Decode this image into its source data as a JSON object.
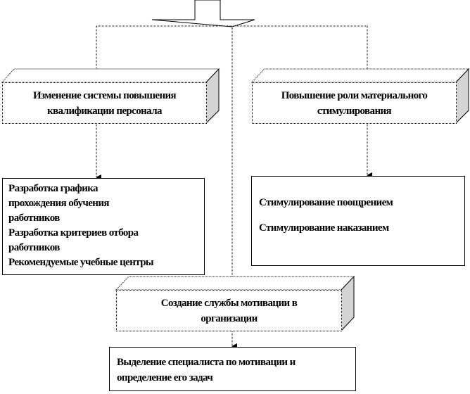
{
  "diagram": {
    "box_training": {
      "lines": [
        "Изменение системы повышения",
        "квалификации  персонала"
      ]
    },
    "box_material": {
      "lines": [
        "Повышение роли материального",
        "стимулирования"
      ]
    },
    "list_training": {
      "items": [
        "Разработка графика",
        "прохождения обучения",
        "работников",
        "Разработка критериев отбора",
        "работников",
        "Рекомендуемые учебные центры"
      ]
    },
    "list_material": {
      "items": [
        "Стимулирование поощрением",
        "Стимулирование наказанием"
      ]
    },
    "box_service": {
      "lines": [
        "Создание службы  мотивации в",
        "организации"
      ]
    },
    "box_specialist": {
      "lines": [
        "Выделение специалиста по мотивации и",
        "определение его  задач"
      ]
    }
  }
}
